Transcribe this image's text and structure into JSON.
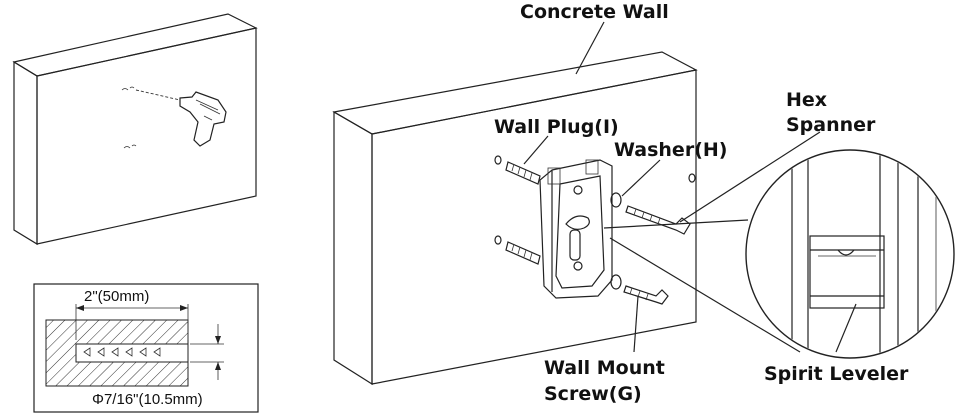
{
  "labels": {
    "concrete_wall": "Concrete Wall",
    "wall_plug": "Wall Plug(I)",
    "washer": "Washer(H)",
    "hex_line1": "Hex",
    "hex_line2": "Spanner",
    "wall_mount_line1": "Wall Mount",
    "wall_mount_line2": "Screw(G)",
    "spirit_leveler": "Spirit Leveler"
  },
  "dimensions": {
    "depth": "2\"(50mm)",
    "diameter": "Φ7/16\"(10.5mm)"
  }
}
